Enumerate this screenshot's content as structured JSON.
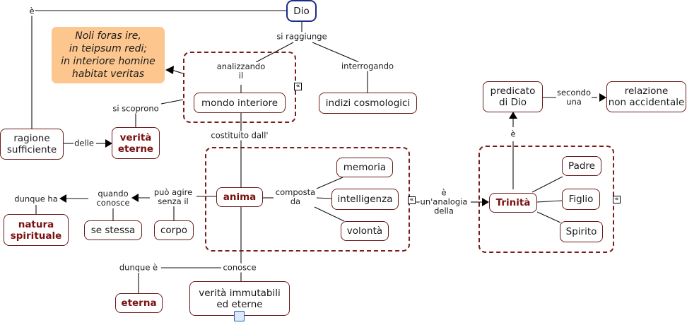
{
  "root": {
    "label": "Dio"
  },
  "quote": {
    "label": "Noli foras ire,\nin teipsum redi;\nin interiore homine\nhabitat veritas"
  },
  "concepts": {
    "mondo_interiore": "mondo interiore",
    "indizi_cosmologici": "indizi cosmologici",
    "ragione_sufficiente": "ragione\nsufficiente",
    "verita_eterne": "verità\neterne",
    "anima": "anima",
    "memoria": "memoria",
    "intelligenza": "intelligenza",
    "volonta": "volontà",
    "natura_spirituale": "natura\nspirituale",
    "se_stessa": "se stessa",
    "corpo": "corpo",
    "eterna": "eterna",
    "verita_immutabili": "verità immutabili\ned eterne",
    "predicato_di_dio": "predicato\ndi Dio",
    "relazione": "relazione\nnon accidentale",
    "trinita": "Trinità",
    "padre": "Padre",
    "figlio": "Figlio",
    "spirito": "Spirito"
  },
  "links": {
    "e_top": "è",
    "si_raggiunge": "si raggiunge",
    "analizzando_il": "analizzando\nil",
    "interrogando": "interrogando",
    "si_scoprono": "si scoprono",
    "delle": "delle",
    "costituito_dall": "costituito dall'",
    "composta_da": "composta\nda",
    "puo_agire": "può agire\nsenza il",
    "quando_conosce": "quando\nconosce",
    "dunque_ha": "dunque ha",
    "dunque_e": "dunque è",
    "conosce": "conosce",
    "e_analogia": "è\nun'analogia\ndella",
    "e_predicato": "è",
    "secondo_una": "secondo\nuna"
  },
  "icons": {
    "collapse": "«"
  }
}
